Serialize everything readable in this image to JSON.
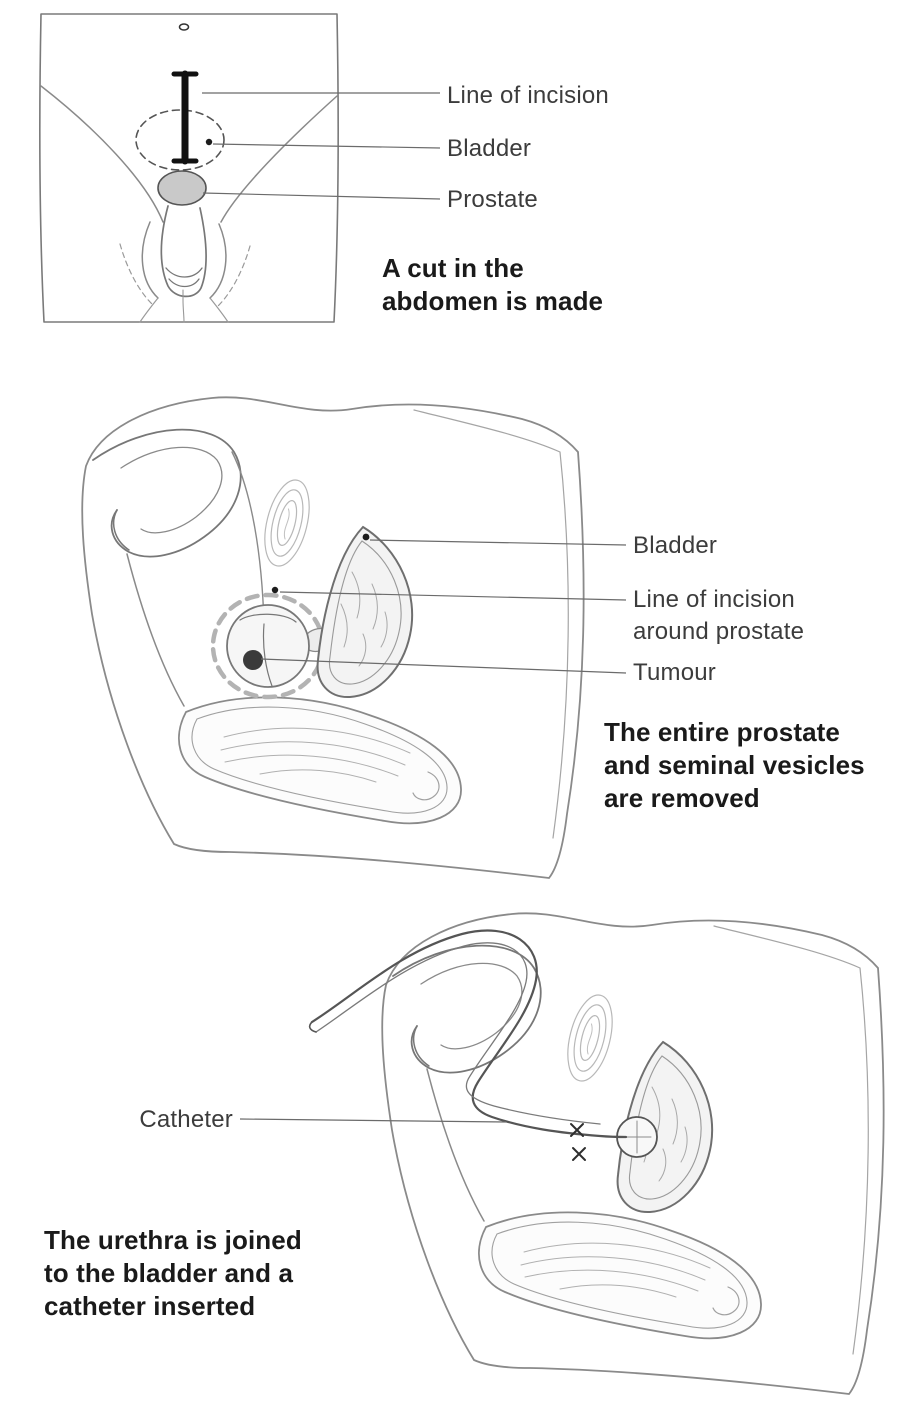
{
  "figure": {
    "step1": {
      "labels": {
        "line_of_incision": "Line  of incision",
        "bladder": "Bladder",
        "prostate": "Prostate"
      },
      "caption": "A cut in the\nabdomen is made"
    },
    "step2": {
      "labels": {
        "bladder": "Bladder",
        "line_of_incision": "Line of incision\naround prostate",
        "tumour": "Tumour"
      },
      "caption": "The entire prostate\nand seminal vesicles\nare removed"
    },
    "step3": {
      "labels": {
        "catheter": "Catheter"
      },
      "caption": "The urethra is joined\nto the bladder and a\ncatheter inserted"
    },
    "colors": {
      "line_art": "#8a8a8a",
      "incision_mark": "#111111",
      "dashed_prostate_incision": "#b3b3b3",
      "tumour": "#3a3a3a",
      "label_text": "#3c3c3c",
      "caption_text": "#1a1a1a"
    }
  }
}
